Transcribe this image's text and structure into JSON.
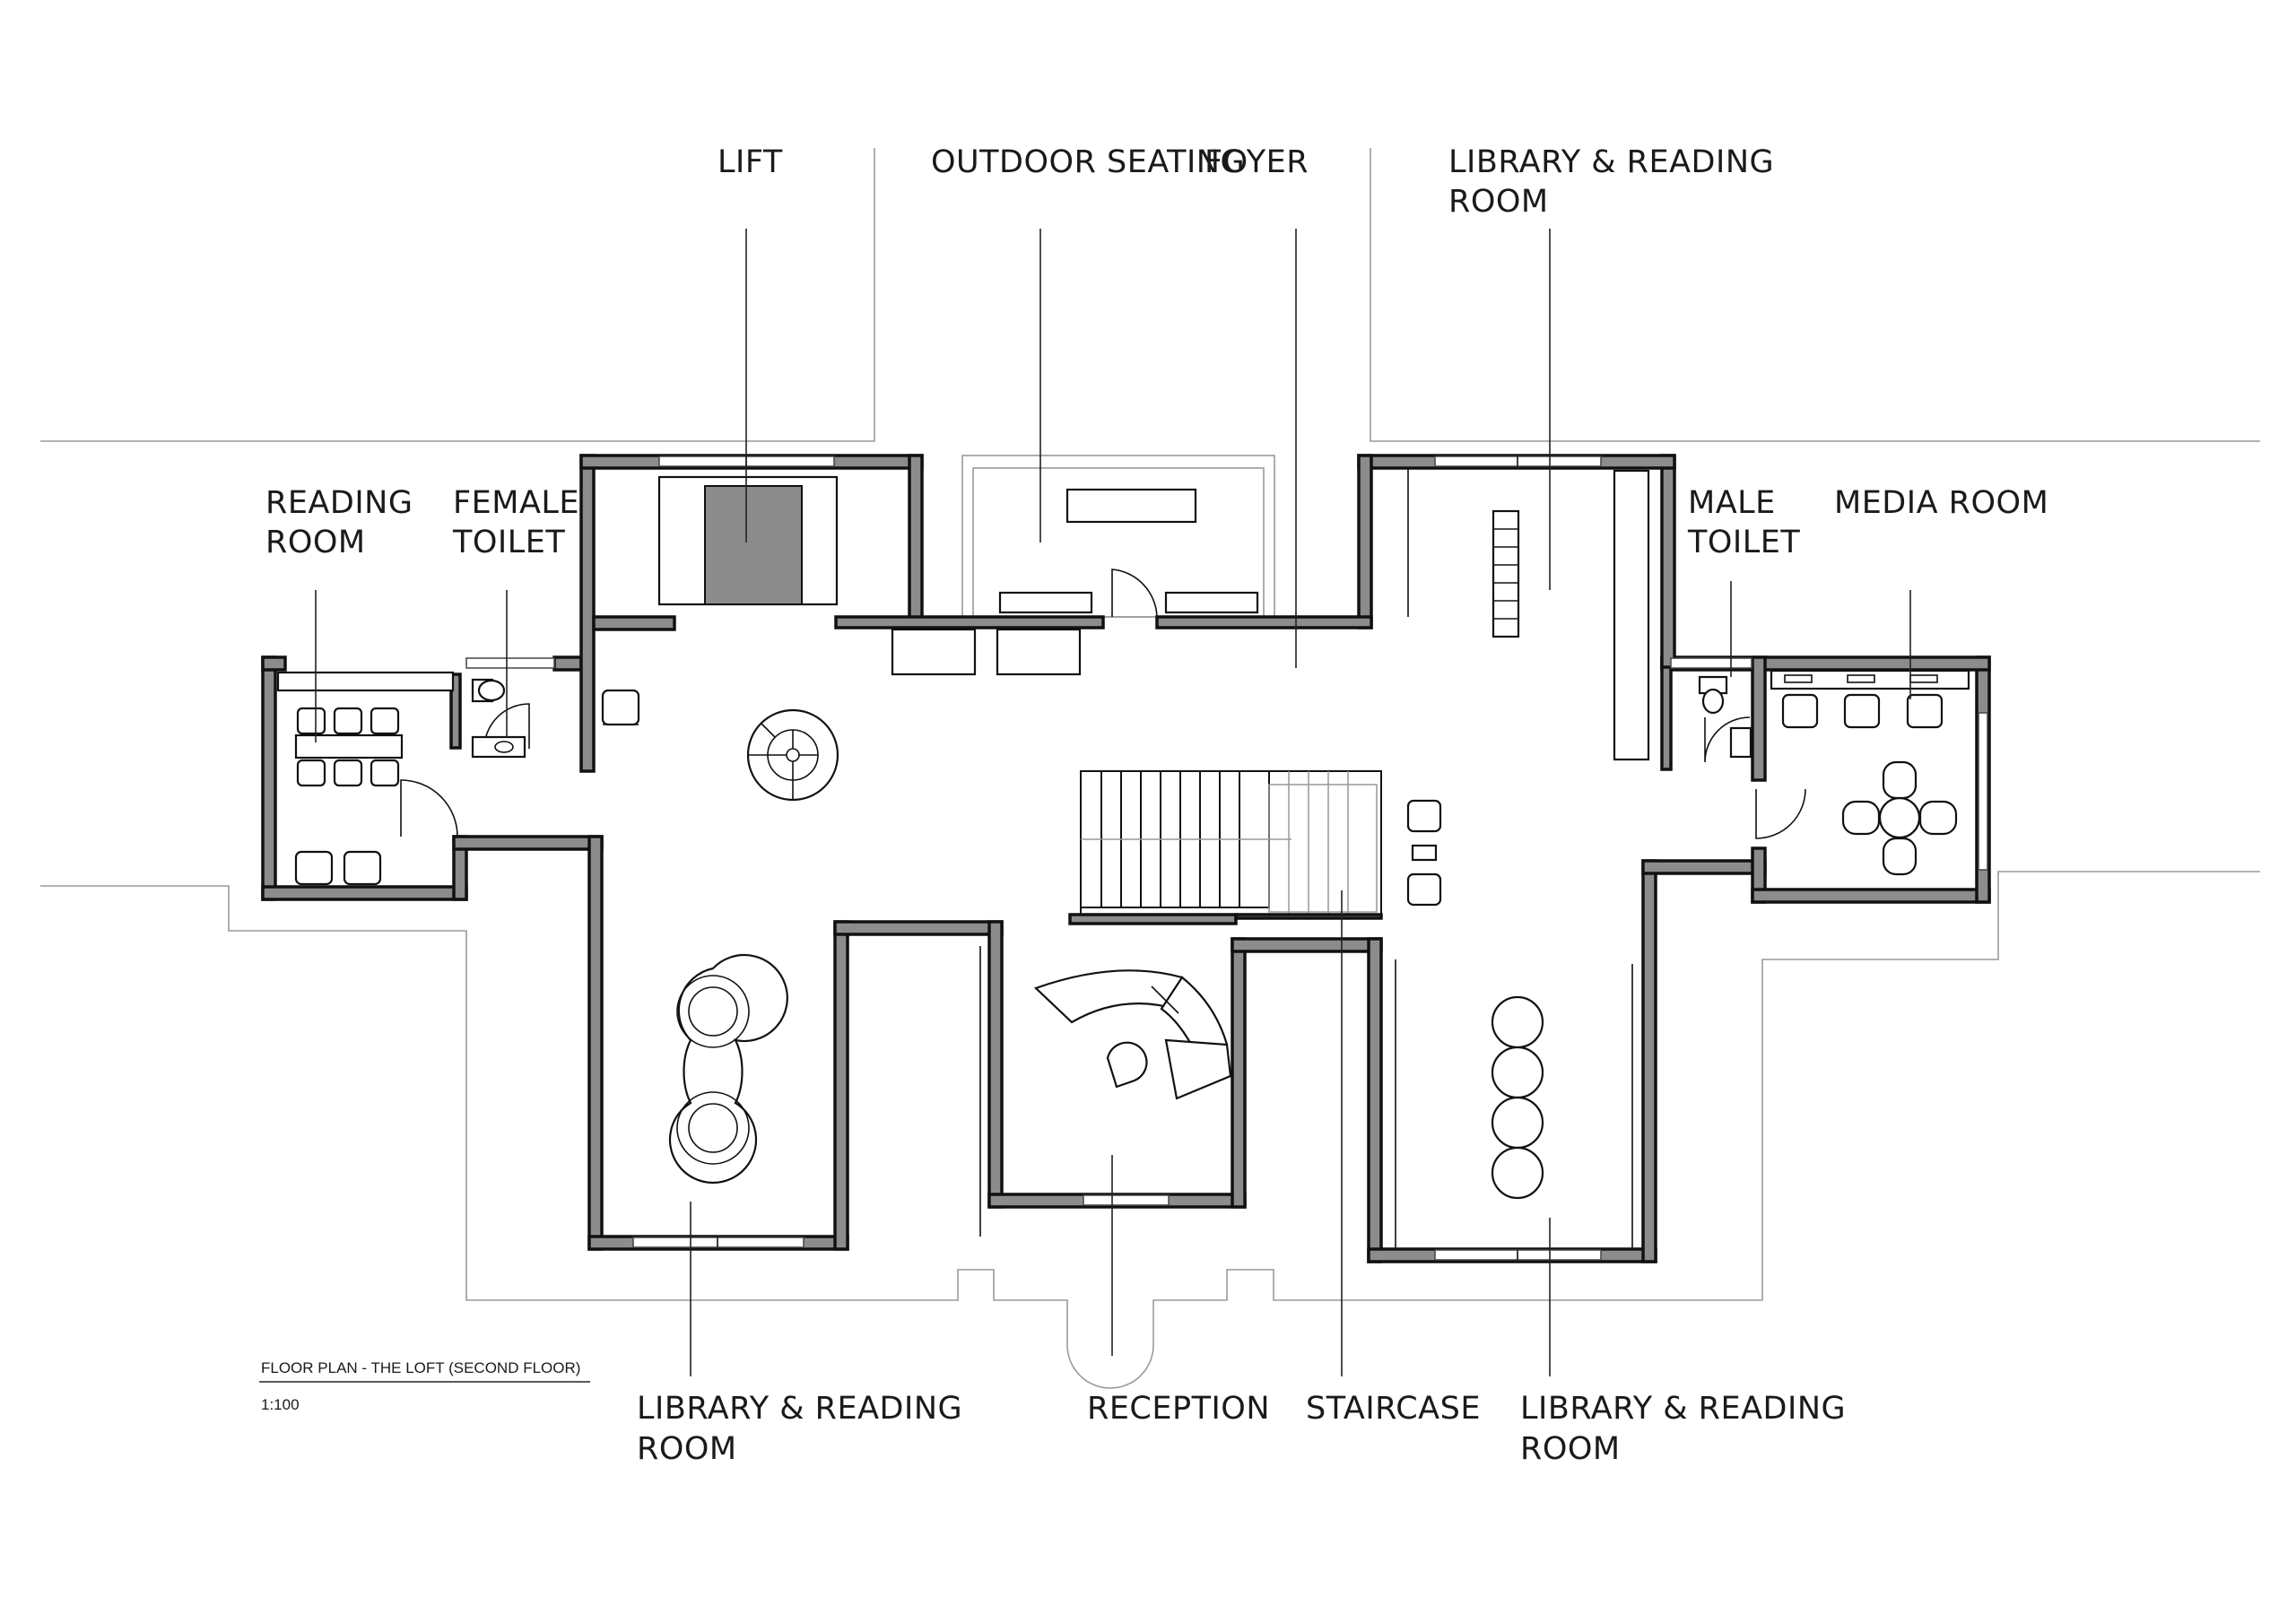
{
  "title": "FLOOR PLAN -  THE LOFT (SECOND FLOOR)",
  "scale": "1:100",
  "labels": {
    "lift": "LIFT",
    "outdoor_seating": "OUTDOOR SEATING",
    "foyer": "FOYER",
    "library_top_1": "LIBRARY & READING",
    "library_top_2": "ROOM",
    "reading_room_1": "READING",
    "reading_room_2": "ROOM",
    "female_toilet_1": "FEMALE",
    "female_toilet_2": "TOILET",
    "male_toilet_1": "MALE",
    "male_toilet_2": "TOILET",
    "media_room": "MEDIA ROOM",
    "library_left_1": "LIBRARY & READING",
    "library_left_2": "ROOM",
    "reception": "RECEPTION",
    "staircase": "STAIRCASE",
    "library_right_1": "LIBRARY & READING",
    "library_right_2": "ROOM"
  },
  "colors": {
    "wall_fill": "#8c8c8c",
    "wall_outline": "#111111",
    "line": "#1a1a1a",
    "site_outline": "#9a9a9a",
    "background": "#ffffff"
  }
}
